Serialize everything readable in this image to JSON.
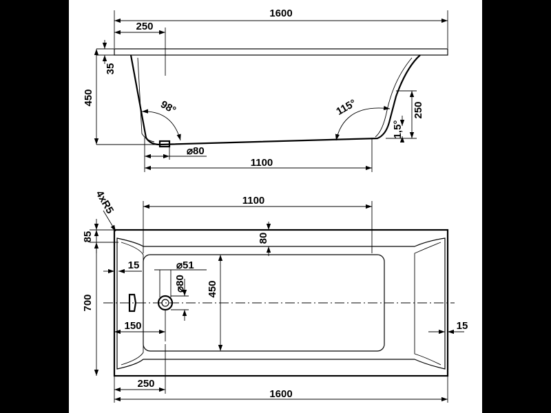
{
  "side_view": {
    "overall_length": "1600",
    "rim_offset": "250",
    "rim_thickness": "35",
    "depth": "450",
    "angle_left": "98°",
    "angle_right": "115°",
    "backrest_height": "250",
    "floor_slope": "1,5°",
    "drain_diameter": "⌀80",
    "floor_length": "1100"
  },
  "top_view": {
    "corner_radius": "4xR5",
    "inner_length": "1100",
    "rim_width_top": "85",
    "inner_offset": "80",
    "width": "700",
    "rim_side": "15",
    "overflow_diameter": "⌀51",
    "drain_diameter": "⌀80",
    "floor_width": "450",
    "drain_offset": "150",
    "rim_side_right": "15",
    "drain_position": "250",
    "overall_length": "1600"
  }
}
